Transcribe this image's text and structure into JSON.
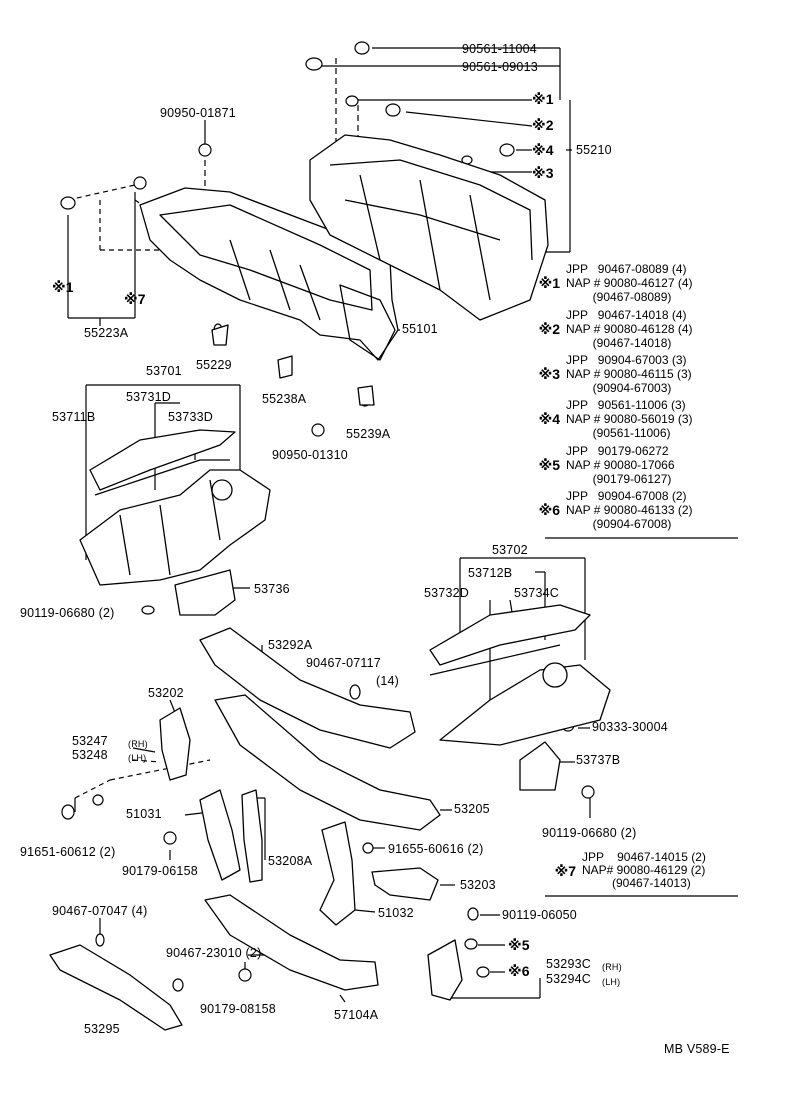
{
  "labels": {
    "p90561_11004": "90561-11004",
    "p90561_09013": "90561-09013",
    "p90950_01871": "90950-01871",
    "m1": "※1",
    "m2": "※2",
    "m4": "※4",
    "m3": "※3",
    "p55210": "55210",
    "m1_left": "※1",
    "m7_left": "※7",
    "p55223A": "55223A",
    "p55101": "55101",
    "p55229": "55229",
    "p53701": "53701",
    "p53731D": "53731D",
    "p53711B": "53711B",
    "p53733D": "53733D",
    "p55238A": "55238A",
    "p55239A": "55239A",
    "p90950_01310": "90950-01310",
    "p53736": "53736",
    "p90119_06680_a": "90119-06680 (2)",
    "p53702": "53702",
    "p53712B": "53712B",
    "p53732D": "53732D",
    "p53734C": "53734C",
    "p53292A": "53292A",
    "p90467_07117": "90467-07117",
    "p90467_07117_qty": "(14)",
    "p53202": "53202",
    "p53247": "53247",
    "p53247_side": "(RH)",
    "p53248": "53248",
    "p53248_side": "(LH)",
    "p90333_30004": "90333-30004",
    "p53737B": "53737B",
    "p91651_60612": "91651-60612 (2)",
    "p51031": "51031",
    "p53205": "53205",
    "p90119_06680_b": "90119-06680 (2)",
    "p90179_06158_a": "90179-06158",
    "p53208A": "53208A",
    "p91655_60616": "91655-60616 (2)",
    "p53203": "53203",
    "p90467_07047": "90467-07047 (4)",
    "p51032": "51032",
    "p90119_06050": "90119-06050",
    "p90467_23010": "90467-23010 (2)",
    "m5": "※5",
    "p53293C": "53293C",
    "p53293C_side": "(RH)",
    "m6": "※6",
    "p53294C": "53294C",
    "p53294C_side": "(LH)",
    "p53295": "53295",
    "p90179_08158": "90179-08158",
    "p57104A": "57104A",
    "footer": "MB  V589-E"
  },
  "notes": [
    {
      "mark": "※1",
      "lines": [
        "JPP   90467-08089 (4)",
        "NAP # 90080-46127 (4)",
        "        (90467-08089)"
      ]
    },
    {
      "mark": "※2",
      "lines": [
        "JPP   90467-14018 (4)",
        "NAP # 90080-46128 (4)",
        "        (90467-14018)"
      ]
    },
    {
      "mark": "※3",
      "lines": [
        "JPP   90904-67003 (3)",
        "NAP # 90080-46115 (3)",
        "        (90904-67003)"
      ]
    },
    {
      "mark": "※4",
      "lines": [
        "JPP   90561-11006 (3)",
        "NAP # 90080-56019 (3)",
        "        (90561-11006)"
      ]
    },
    {
      "mark": "※5",
      "lines": [
        "JPP   90179-06272",
        "NAP # 90080-17066",
        "        (90179-06127)"
      ]
    },
    {
      "mark": "※6",
      "lines": [
        "JPP   90904-67008 (2)",
        "NAP # 90080-46133 (2)",
        "        (90904-67008)"
      ]
    }
  ],
  "note7": {
    "mark": "※7",
    "lines": [
      "JPP    90467-14015 (2)",
      "NAP# 90080-46129 (2)",
      "         (90467-14013)"
    ]
  }
}
